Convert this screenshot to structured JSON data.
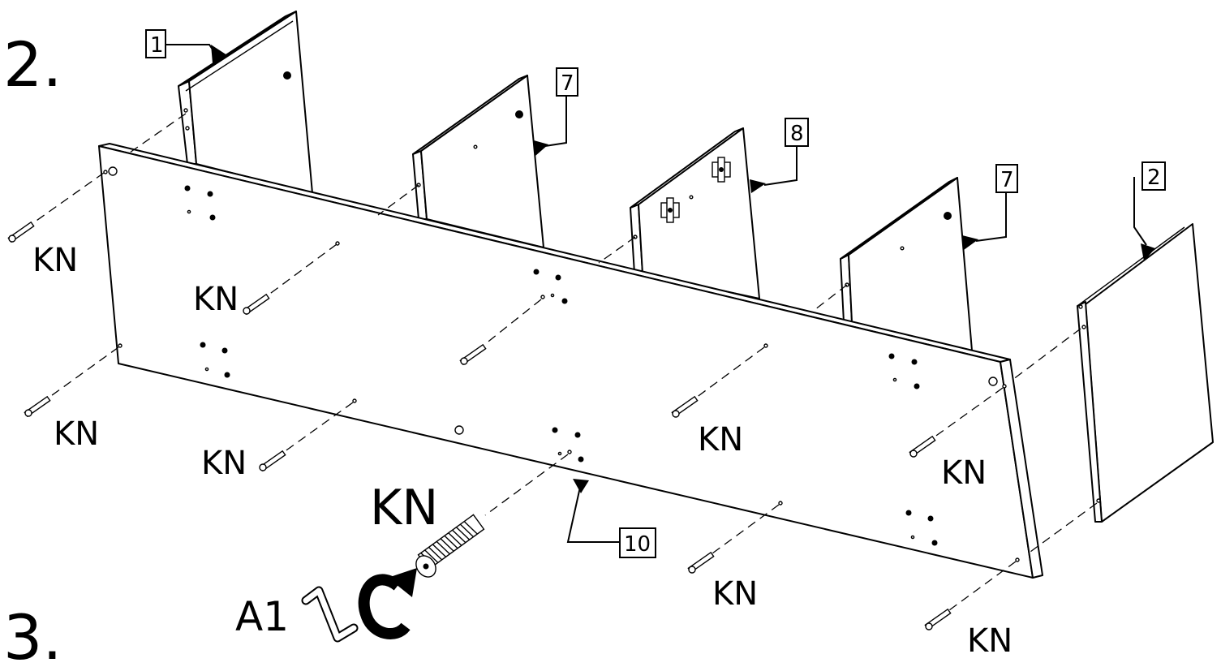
{
  "steps": {
    "step_2": "2.",
    "step_3": "3."
  },
  "part_tags": {
    "panel_1": "1",
    "panel_7_left": "7",
    "panel_8": "8",
    "panel_7_right": "7",
    "panel_2": "2",
    "panel_10": "10"
  },
  "fittings": {
    "kn": "KN",
    "kn_large": "KN",
    "a1": "A1"
  },
  "colors": {
    "line": "#000000",
    "background": "#ffffff"
  }
}
